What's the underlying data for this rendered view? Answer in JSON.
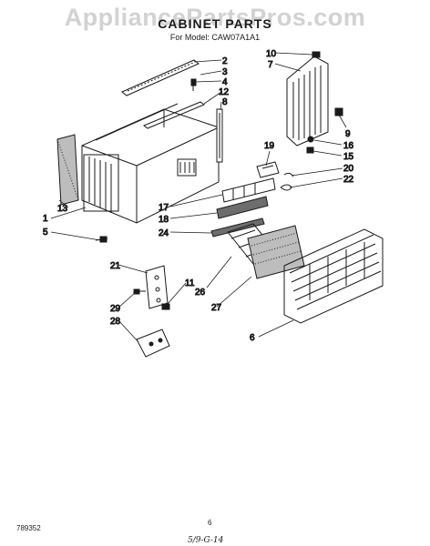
{
  "watermark": "AppliancePartsPros.com",
  "title": "CABINET PARTS",
  "subtitle": "For Model: CAW07A1A1",
  "doc_code": "789352",
  "page_number": "6",
  "handwritten_note": "5/9-G-14",
  "callouts": {
    "c1": "1",
    "c2": "2",
    "c3": "3",
    "c4": "4",
    "c5": "5",
    "c6": "6",
    "c7": "7",
    "c8": "8",
    "c9": "9",
    "c10": "10",
    "c11": "11",
    "c12": "12",
    "c13": "13",
    "c15": "15",
    "c16": "16",
    "c17": "17",
    "c18": "18",
    "c19": "19",
    "c20": "20",
    "c21": "21",
    "c22": "22",
    "c24": "24",
    "c26": "26",
    "c27": "27",
    "c28": "28",
    "c29": "29"
  }
}
